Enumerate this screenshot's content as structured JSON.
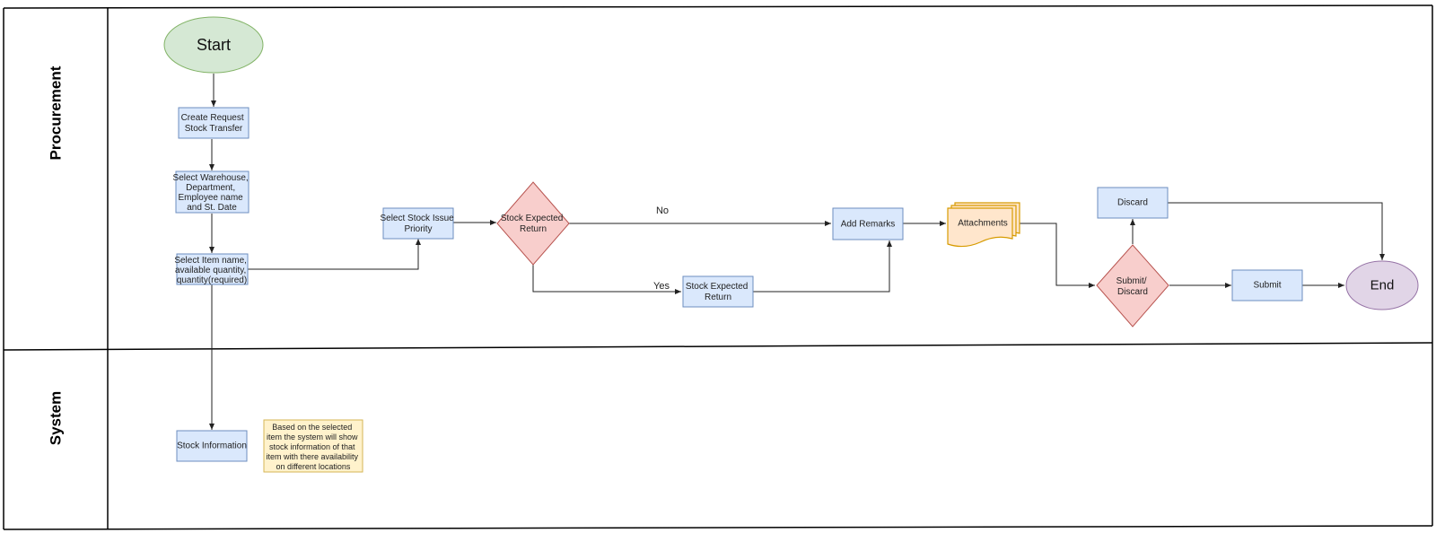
{
  "lanes": {
    "procurement": "Procurement",
    "system": "System"
  },
  "nodes": {
    "start": "Start",
    "create_request": [
      "Create Request",
      "Stock Transfer"
    ],
    "select_warehouse": [
      "Select Warehouse,",
      "Department,",
      "Employee name",
      "and St. Date"
    ],
    "select_item": [
      "Select Item name,",
      "available quantity,",
      "quantity(required)"
    ],
    "select_priority": [
      "Select Stock Issue",
      "Priority"
    ],
    "decision_return": [
      "Stock Expected",
      "Return"
    ],
    "stock_expected_return": [
      "Stock Expected",
      "Return"
    ],
    "add_remarks": "Add Remarks",
    "attachments": "Attachments",
    "decision_submit": [
      "Submit/",
      "Discard"
    ],
    "discard": "Discard",
    "submit": "Submit",
    "end": "End",
    "stock_information": "Stock Information",
    "system_note": [
      "Based on the selected",
      "item the system will show",
      "stock information of that",
      "item with there availability",
      "on different locations"
    ]
  },
  "edge_labels": {
    "no": "No",
    "yes": "Yes"
  },
  "colors": {
    "process_fill": "#dae8fc",
    "process_stroke": "#6c8ebf",
    "decision_fill": "#f8cecc",
    "decision_stroke": "#b85450",
    "start_fill": "#d5e8d4",
    "start_stroke": "#82b366",
    "end_fill": "#e1d5e7",
    "end_stroke": "#9673a6",
    "document_fill": "#ffe6cc",
    "document_stroke": "#d79b00",
    "note_fill": "#fff2cc",
    "note_stroke": "#d6b656"
  }
}
